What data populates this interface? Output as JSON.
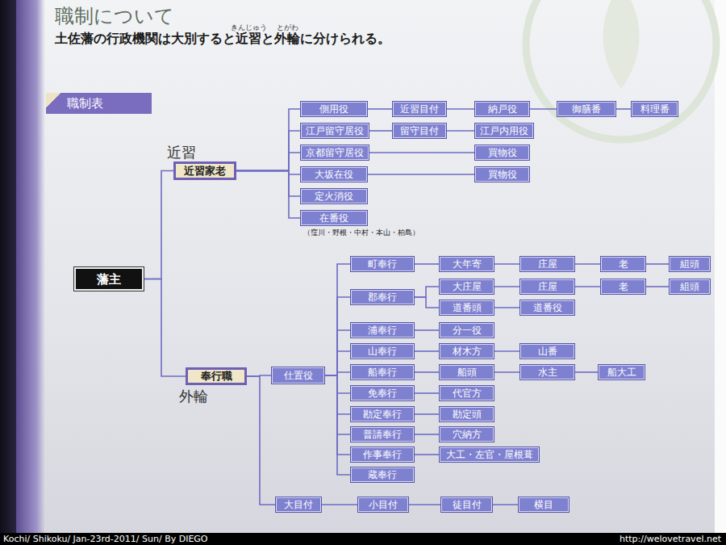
{
  "diagram": {
    "title": "職制について",
    "nodes": [
      {
        "text": [
          "職制表"
        ]
      },
      {
        "text": [
          "藩主"
        ]
      },
      {
        "text": [
          "近習家老"
        ]
      },
      {
        "text": [
          "側用役"
        ]
      },
      {
        "text": [
          "近習目付"
        ]
      },
      {
        "text": [
          "納戸役"
        ]
      },
      {
        "text": [
          "御膳番"
        ]
      },
      {
        "text": [
          "料理番"
        ]
      },
      {
        "text": [
          "江戸留守居役"
        ]
      },
      {
        "text": [
          "留守目付"
        ]
      },
      {
        "text": [
          "江戸内用役"
        ]
      },
      {
        "text": [
          "京都留守居役"
        ]
      },
      {
        "text": [
          "買物役"
        ]
      },
      {
        "text": [
          "大坂在役"
        ]
      },
      {
        "text": [
          "買物役"
        ]
      },
      {
        "text": [
          "定火消役"
        ]
      },
      {
        "text": [
          "在番役"
        ]
      },
      {
        "text": [
          "奉行職"
        ]
      },
      {
        "text": [
          "仕置役"
        ]
      },
      {
        "text": [
          "町奉行"
        ]
      },
      {
        "text": [
          "大年寄"
        ]
      },
      {
        "text": [
          "庄屋"
        ]
      },
      {
        "text": [
          "老"
        ]
      },
      {
        "text": [
          "組頭"
        ]
      },
      {
        "text": [
          "郡奉行"
        ]
      },
      {
        "text": [
          "大庄屋"
        ]
      },
      {
        "text": [
          "庄屋"
        ]
      },
      {
        "text": [
          "老"
        ]
      },
      {
        "text": [
          "組頭"
        ]
      },
      {
        "text": [
          "道番頭"
        ]
      },
      {
        "text": [
          "道番役"
        ]
      },
      {
        "text": [
          "浦奉行"
        ]
      },
      {
        "text": [
          "分一役"
        ]
      },
      {
        "text": [
          "山奉行"
        ]
      },
      {
        "text": [
          "材木方"
        ]
      },
      {
        "text": [
          "山番"
        ]
      },
      {
        "text": [
          "船奉行"
        ]
      },
      {
        "text": [
          "船頭"
        ]
      },
      {
        "text": [
          "水主"
        ]
      },
      {
        "text": [
          "船大工"
        ]
      },
      {
        "text": [
          "免奉行"
        ]
      },
      {
        "text": [
          "代官方"
        ]
      },
      {
        "text": [
          "勘定奉行"
        ]
      },
      {
        "text": [
          "勘定頭"
        ]
      },
      {
        "text": [
          "普請奉行"
        ]
      },
      {
        "text": [
          "穴納方"
        ]
      },
      {
        "text": [
          "作事奉行"
        ]
      },
      {
        "text": [
          "大工・左官・屋根葺"
        ]
      },
      {
        "text": [
          "蔵奉行"
        ]
      },
      {
        "text": [
          "大目付"
        ]
      },
      {
        "text": [
          "小目付"
        ]
      },
      {
        "text": [
          "徒目付"
        ]
      },
      {
        "text": [
          "横目"
        ]
      }
    ],
    "edges": [
      {
        "from": 1,
        "to": 2,
        "arrow": "none"
      },
      {
        "from": 1,
        "to": 17,
        "arrow": "none"
      },
      {
        "from": 2,
        "to": 3,
        "arrow": "none"
      },
      {
        "from": 2,
        "to": 8,
        "arrow": "none"
      },
      {
        "from": 2,
        "to": 11,
        "arrow": "none"
      },
      {
        "from": 2,
        "to": 13,
        "arrow": "none"
      },
      {
        "from": 2,
        "to": 15,
        "arrow": "none"
      },
      {
        "from": 2,
        "to": 16,
        "arrow": "none"
      },
      {
        "from": 3,
        "to": 4,
        "arrow": "none"
      },
      {
        "from": 4,
        "to": 5,
        "arrow": "none"
      },
      {
        "from": 5,
        "to": 6,
        "arrow": "none"
      },
      {
        "from": 6,
        "to": 7,
        "arrow": "none"
      },
      {
        "from": 8,
        "to": 9,
        "arrow": "none"
      },
      {
        "from": 9,
        "to": 10,
        "arrow": "none"
      },
      {
        "from": 11,
        "to": 12,
        "arrow": "none"
      },
      {
        "from": 13,
        "to": 14,
        "arrow": "none"
      },
      {
        "from": 17,
        "to": 18,
        "arrow": "none"
      },
      {
        "from": 17,
        "to": 49,
        "arrow": "none"
      },
      {
        "from": 18,
        "to": 19,
        "arrow": "none"
      },
      {
        "from": 18,
        "to": 24,
        "arrow": "none"
      },
      {
        "from": 18,
        "to": 31,
        "arrow": "none"
      },
      {
        "from": 18,
        "to": 33,
        "arrow": "none"
      },
      {
        "from": 18,
        "to": 36,
        "arrow": "none"
      },
      {
        "from": 18,
        "to": 40,
        "arrow": "none"
      },
      {
        "from": 18,
        "to": 42,
        "arrow": "none"
      },
      {
        "from": 18,
        "to": 44,
        "arrow": "none"
      },
      {
        "from": 18,
        "to": 46,
        "arrow": "none"
      },
      {
        "from": 18,
        "to": 48,
        "arrow": "none"
      },
      {
        "from": 19,
        "to": 20,
        "arrow": "none"
      },
      {
        "from": 20,
        "to": 21,
        "arrow": "none"
      },
      {
        "from": 21,
        "to": 22,
        "arrow": "none"
      },
      {
        "from": 22,
        "to": 23,
        "arrow": "none"
      },
      {
        "from": 24,
        "to": 25,
        "arrow": "none"
      },
      {
        "from": 25,
        "to": 26,
        "arrow": "none"
      },
      {
        "from": 26,
        "to": 27,
        "arrow": "none"
      },
      {
        "from": 27,
        "to": 28,
        "arrow": "none"
      },
      {
        "from": 24,
        "to": 29,
        "arrow": "none"
      },
      {
        "from": 29,
        "to": 30,
        "arrow": "none"
      },
      {
        "from": 31,
        "to": 32,
        "arrow": "none"
      },
      {
        "from": 33,
        "to": 34,
        "arrow": "none"
      },
      {
        "from": 34,
        "to": 35,
        "arrow": "none"
      },
      {
        "from": 36,
        "to": 37,
        "arrow": "none"
      },
      {
        "from": 37,
        "to": 38,
        "arrow": "none"
      },
      {
        "from": 38,
        "to": 39,
        "arrow": "none"
      },
      {
        "from": 40,
        "to": 41,
        "arrow": "none"
      },
      {
        "from": 42,
        "to": 43,
        "arrow": "none"
      },
      {
        "from": 44,
        "to": 45,
        "arrow": "none"
      },
      {
        "from": 46,
        "to": 47,
        "arrow": "none"
      },
      {
        "from": 49,
        "to": 50,
        "arrow": "none"
      },
      {
        "from": 50,
        "to": 51,
        "arrow": "none"
      },
      {
        "from": 51,
        "to": 52,
        "arrow": "none"
      }
    ],
    "labels": [
      "きんじゅう",
      "とがわ",
      "土佐藩の行政機関は大別すると近習と外輪に分けられる。",
      "近習",
      "外輪",
      "（窪川・野根・中村・本山・柏島）",
      "Kochi/ Shikoku/ Jan-23rd-2011/ Sun/ By DIEGO",
      "http://welovetravel.net"
    ]
  }
}
